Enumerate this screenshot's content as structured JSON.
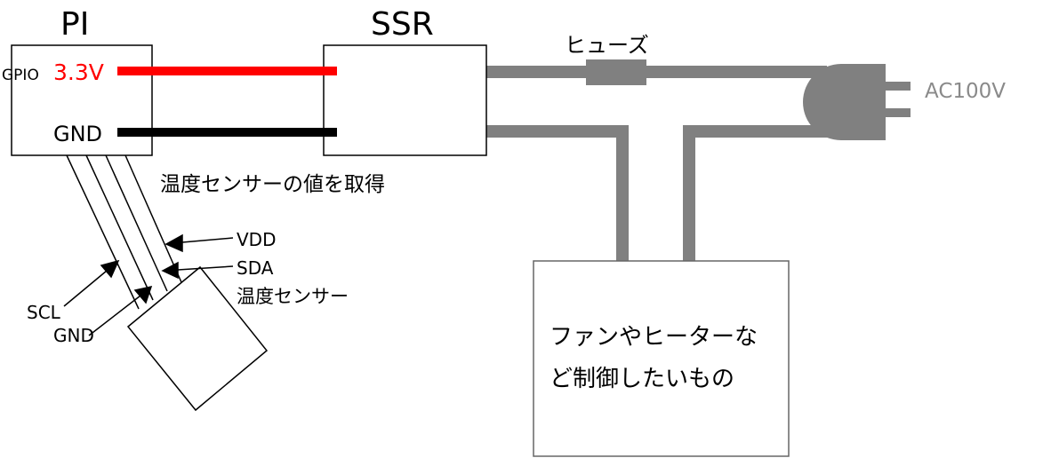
{
  "pi": {
    "title": "PI",
    "gpio_label": "GPIO",
    "voltage_label": "3.3V",
    "gnd_label": "GND"
  },
  "ssr": {
    "title": "SSR"
  },
  "fuse": {
    "label": "ヒューズ"
  },
  "plug": {
    "label": "AC100V"
  },
  "sensor": {
    "caption": "温度センサーの値を取得",
    "name": "温度センサー",
    "pins": {
      "vdd": "VDD",
      "sda": "SDA",
      "scl": "SCL",
      "gnd": "GND"
    }
  },
  "load": {
    "line1": "ファンやヒーターな",
    "line2": "ど制御したいもの"
  },
  "colors": {
    "power_wire": "#ff0000",
    "ground_wire": "#000000",
    "ac_wire": "#808080",
    "voltage_text": "#ff0000",
    "plug_text": "#8a8a8a"
  }
}
